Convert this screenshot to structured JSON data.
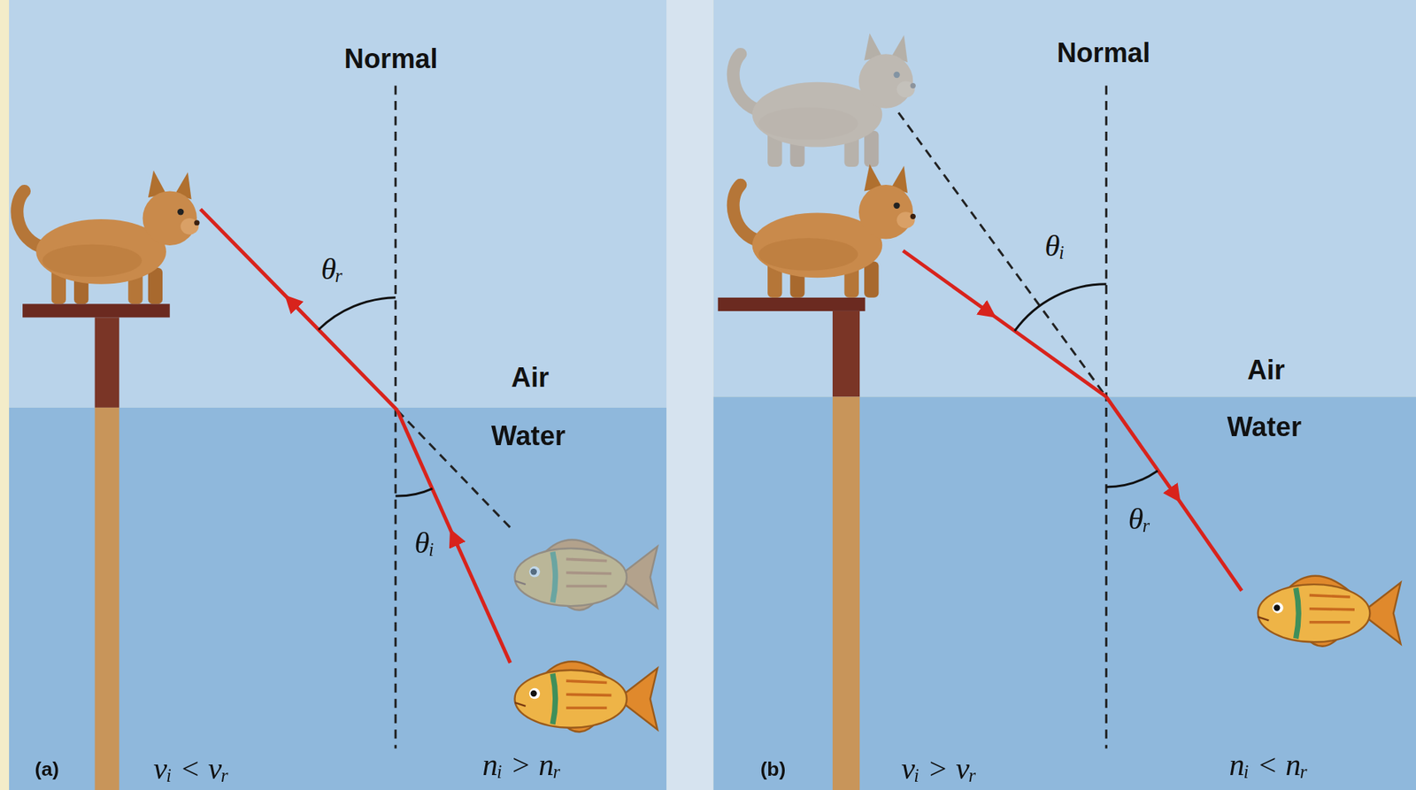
{
  "diagram": {
    "labels": [
      "Normal",
      "θᵣ",
      "Air",
      "Water",
      "θᵢ",
      "(a)",
      "vᵢ < vᵣ",
      "nᵢ > nᵣ",
      "Normal",
      "θᵢ",
      "Air",
      "Water",
      "θᵣ",
      "(b)",
      "vᵢ > vᵣ",
      "nᵢ < nᵣ"
    ]
  }
}
